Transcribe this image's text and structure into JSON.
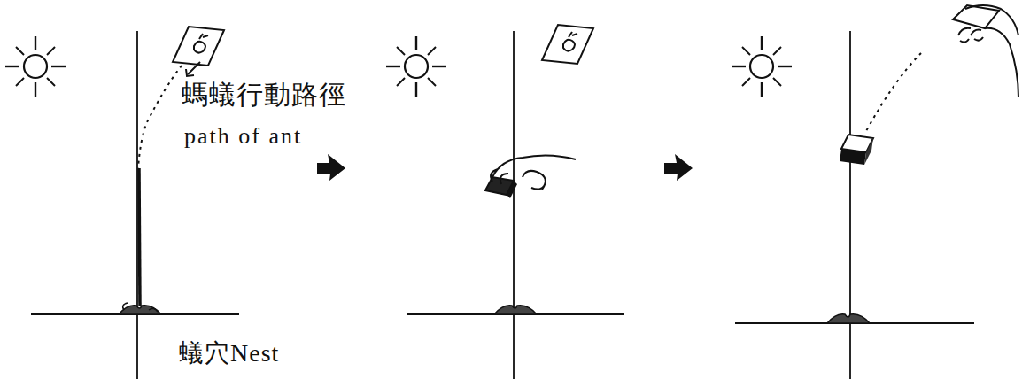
{
  "diagram": {
    "labels": [
      "螞蟻行動路徑",
      "path of ant",
      "蟻穴Nest"
    ]
  }
}
